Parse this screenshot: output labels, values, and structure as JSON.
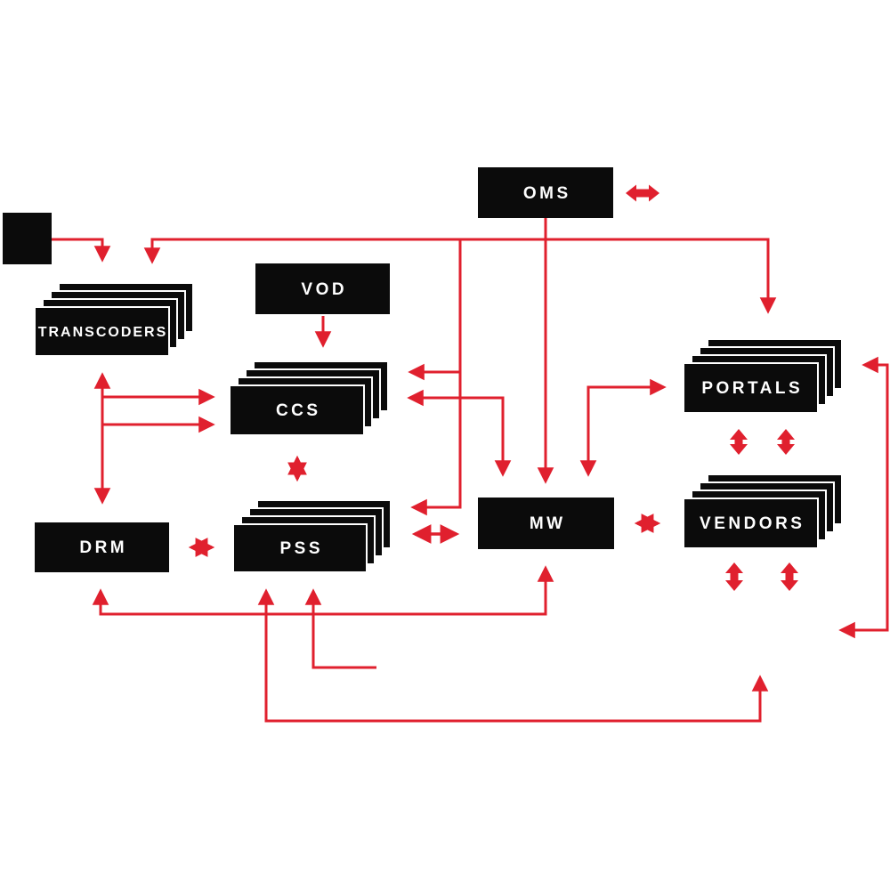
{
  "diagram": {
    "kind": "system-architecture-flow",
    "background": "#ffffff",
    "colors": {
      "node_fill": "#0b0b0b",
      "node_border": "#ffffff",
      "label_text": "#ffffff",
      "arrow_red": "#e0202e"
    },
    "nodes": {
      "source_square": {
        "label": "",
        "stacked": false
      },
      "oms": {
        "label": "OMS",
        "stacked": false
      },
      "vod": {
        "label": "VOD",
        "stacked": false
      },
      "transcoders": {
        "label": "TRANSCODERS",
        "stacked": true,
        "stack_count": 4
      },
      "ccs": {
        "label": "CCS",
        "stacked": true,
        "stack_count": 4
      },
      "drm": {
        "label": "DRM",
        "stacked": false
      },
      "pss": {
        "label": "PSS",
        "stacked": true,
        "stack_count": 4
      },
      "mw": {
        "label": "MW",
        "stacked": false
      },
      "portals": {
        "label": "PORTALS",
        "stacked": true,
        "stack_count": 4
      },
      "vendors": {
        "label": "VENDORS",
        "stacked": true,
        "stack_count": 4
      }
    },
    "connections": [
      {
        "from": "source_square",
        "to": "transcoders",
        "style": "arrow"
      },
      {
        "from": "transcoders",
        "to": "portals",
        "style": "arrow-both-ends",
        "note": "top bus line"
      },
      {
        "from": "oms",
        "to": "mw",
        "style": "arrow"
      },
      {
        "from": "top-bus",
        "to": "ccs",
        "style": "arrow"
      },
      {
        "from": "top-bus",
        "to": "pss",
        "style": "arrow"
      },
      {
        "from": "mw",
        "to": "ccs",
        "style": "arrow-both-ends"
      },
      {
        "from": "mw",
        "to": "portals",
        "style": "arrow-both-ends"
      },
      {
        "from": "transcoders",
        "to": "drm",
        "style": "arrow-both-ends"
      },
      {
        "from": "left-trunk",
        "to": "ccs",
        "style": "arrow",
        "note": "upper branch"
      },
      {
        "from": "left-trunk",
        "to": "ccs",
        "style": "arrow",
        "note": "lower branch"
      },
      {
        "from": "vod",
        "to": "ccs",
        "style": "arrow"
      },
      {
        "from": "ccs",
        "to": "pss",
        "style": "double-arrow"
      },
      {
        "from": "drm",
        "to": "pss",
        "style": "double-arrow"
      },
      {
        "from": "pss",
        "to": "mw",
        "style": "double-arrow"
      },
      {
        "from": "mw",
        "to": "vendors",
        "style": "double-arrow"
      },
      {
        "from": "portals",
        "to": "vendors",
        "style": "thick-double-arrow",
        "count": 2
      },
      {
        "from": "vendors",
        "to": "below",
        "style": "thick-double-arrow",
        "count": 2
      },
      {
        "from": "oms",
        "to": "external-right",
        "style": "thick-double-arrow"
      },
      {
        "from": "right-loop",
        "to": "portals",
        "style": "arrow-both-ends",
        "note": "right side C loop"
      },
      {
        "from": "drm",
        "to": "mw",
        "style": "arrow-both-ends",
        "note": "bottom line"
      },
      {
        "from": "pss",
        "to": "vendors-area",
        "style": "arrow-both-ends",
        "note": "long bottom line"
      },
      {
        "from": "pss",
        "to": "stub-down-right",
        "style": "arrow-one-end"
      }
    ]
  }
}
